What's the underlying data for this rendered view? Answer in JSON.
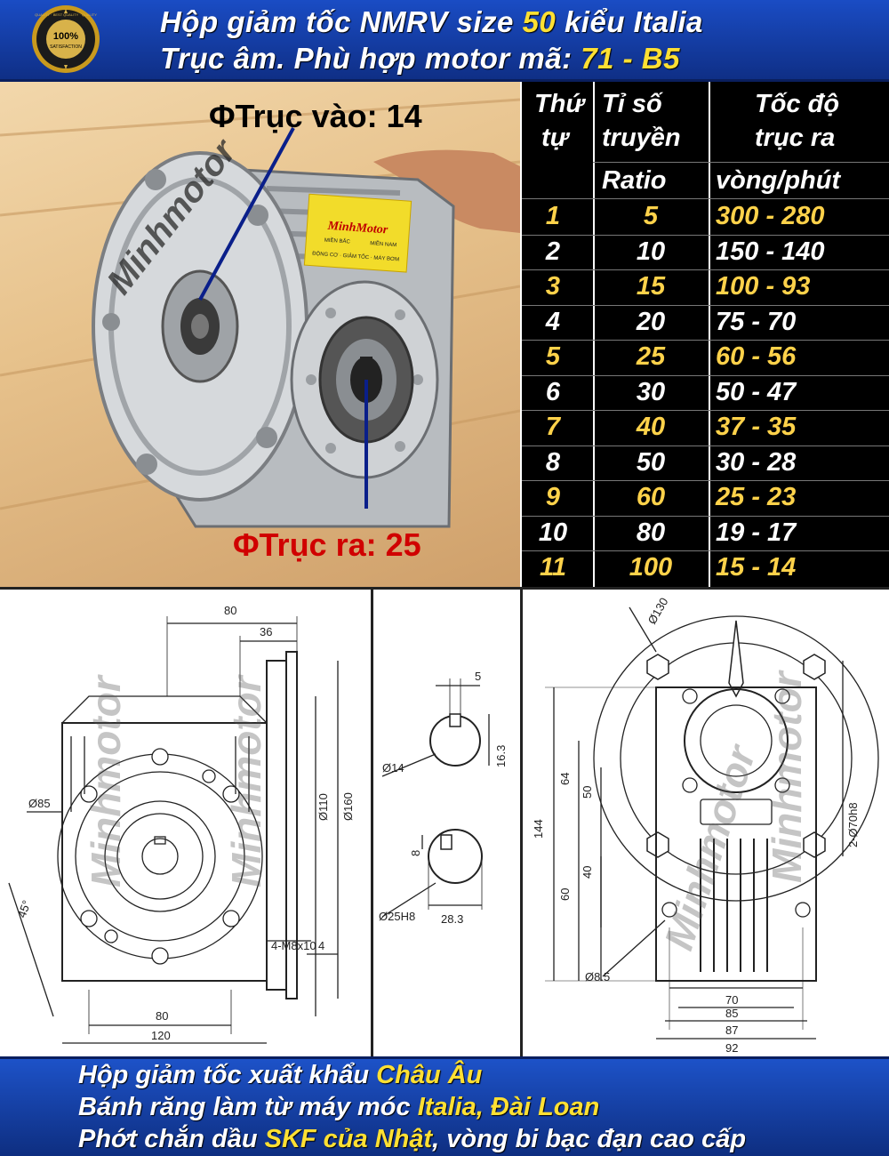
{
  "header": {
    "line1_pre": "Hộp giảm tốc NMRV size ",
    "line1_hl": "50",
    "line1_post": " kiểu Italia",
    "line2_pre": "Trục âm. Phù hợp motor mã: ",
    "line2_hl": "71 - B5",
    "badge": {
      "top": "100%",
      "sub": "SATISFACTION",
      "ring": "QUALITY · BEST QUALITY · QUALITY"
    }
  },
  "photo": {
    "caption_input": "ΦTrục vào: 14",
    "caption_output": "ΦTrục ra: 25",
    "watermark": "Minhmotor",
    "label_brand": "MinhMotor",
    "label_line1": "MIỀN BẮC",
    "label_line2": "MIỀN NAM",
    "label_line3": "ĐỘNG CƠ · GIẢM TỐC · MÁY BƠM"
  },
  "table": {
    "headers": {
      "col1_l1": "Thứ",
      "col1_l2": "tự",
      "col2_l1": "Tỉ số",
      "col2_l2": "truyền",
      "col2_l3": "Ratio",
      "col3_l1": "Tốc độ",
      "col3_l2": "trục ra",
      "col3_l3": "vòng/phút"
    },
    "rows": [
      {
        "no": "1",
        "ratio": "5",
        "speed": "300 - 280"
      },
      {
        "no": "2",
        "ratio": "10",
        "speed": "150 - 140"
      },
      {
        "no": "3",
        "ratio": "15",
        "speed": "100 - 93"
      },
      {
        "no": "4",
        "ratio": "20",
        "speed": "75 - 70"
      },
      {
        "no": "5",
        "ratio": "25",
        "speed": "60 - 56"
      },
      {
        "no": "6",
        "ratio": "30",
        "speed": "50 - 47"
      },
      {
        "no": "7",
        "ratio": "40",
        "speed": "37 - 35"
      },
      {
        "no": "8",
        "ratio": "50",
        "speed": "30 - 28"
      },
      {
        "no": "9",
        "ratio": "60",
        "speed": "25 - 23"
      },
      {
        "no": "10",
        "ratio": "80",
        "speed": "19 - 17"
      },
      {
        "no": "11",
        "ratio": "100",
        "speed": "15 - 14"
      }
    ]
  },
  "drawings": {
    "watermark": "Minhmotor",
    "side": {
      "d80": "80",
      "d36": "36",
      "d110": "Ø110",
      "d160": "Ø160",
      "d85": "Ø85",
      "a45": "45°",
      "d4": "4",
      "m8": "4-M8x10",
      "b80": "80",
      "b120": "120"
    },
    "key": {
      "k5": "5",
      "k14": "Ø14",
      "k163": "16.3",
      "k8": "8",
      "k25": "Ø25H8",
      "k283": "28.3"
    },
    "front": {
      "d130": "Ø130",
      "d144": "144",
      "d64": "64",
      "d50": "50",
      "d40": "40",
      "d60": "60",
      "d70h8": "2-Ø70h8",
      "d85": "Ø8.5",
      "w70": "70",
      "w85": "85",
      "w87": "87",
      "w92": "92"
    }
  },
  "footer": {
    "line1_pre": "Hộp giảm tốc xuất khẩu ",
    "line1_hl": "Châu Âu",
    "line2_pre": "Bánh răng làm từ máy móc ",
    "line2_hl": "Italia, Đài Loan",
    "line3_pre": "Phớt chắn dầu ",
    "line3_hl": "SKF của Nhật",
    "line3_post": ", vòng bi bạc đạn cao cấp"
  },
  "colors": {
    "header_blue": "#1a4cc4",
    "highlight": "#ffe033",
    "odd_row": "#ffd24a",
    "red_caption": "#d00000"
  }
}
